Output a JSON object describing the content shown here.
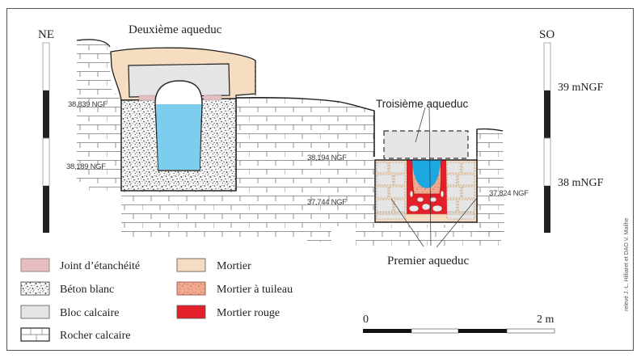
{
  "figure": {
    "labels": {
      "deuxieme": "Deuxième aqueduc",
      "troisieme": "Troisième aqueduc",
      "premier": "Premier aqueduc"
    },
    "directions": {
      "left": "NE",
      "right": "SO"
    },
    "elevations": [
      {
        "id": "e1",
        "text": "38,839 NGF"
      },
      {
        "id": "e2",
        "text": "38,189 NGF"
      },
      {
        "id": "e3",
        "text": "38,194 NGF"
      },
      {
        "id": "e4",
        "text": "37,744 NGF"
      },
      {
        "id": "e5",
        "text": "37,824 NGF"
      }
    ],
    "vertical_scale": {
      "marks": [
        "39 mNGF",
        "38 mNGF"
      ]
    },
    "horizontal_scale": {
      "start": "0",
      "end": "2 m",
      "segments": 4
    },
    "credit": "relevé J.-L. Hilliaret et DAO V. Mailhe"
  },
  "legend": {
    "items": [
      {
        "id": "joint",
        "label": "Joint d’étanchéité",
        "color": "#e6bec1"
      },
      {
        "id": "beton",
        "label": "Béton blanc",
        "color": "#ffffff"
      },
      {
        "id": "bloc",
        "label": "Bloc calcaire",
        "color": "#e5e5e5"
      },
      {
        "id": "rocher",
        "label": "Rocher calcaire",
        "color": "#ffffff"
      },
      {
        "id": "mortier",
        "label": "Mortier",
        "color": "#f6dcc0"
      },
      {
        "id": "tuileau",
        "label": "Mortier à tuileau",
        "color": "#f2a98f"
      },
      {
        "id": "rouge",
        "label": "Mortier rouge",
        "color": "#e3202a"
      }
    ]
  },
  "colors": {
    "water_second": "#7dcdef",
    "water_first": "#1ba8e2",
    "outline": "#2a2a2a"
  }
}
